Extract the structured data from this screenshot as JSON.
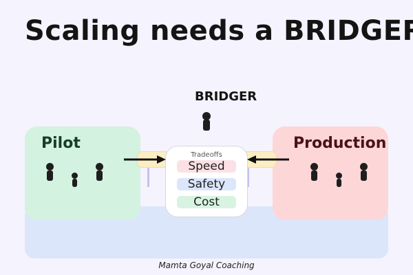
{
  "title": "Scaling needs a BRIDGER",
  "bridger": {
    "label": "BRIDGER"
  },
  "pilot": {
    "label": "Pilot"
  },
  "production": {
    "label": "Production"
  },
  "tradeoffs": {
    "heading": "Tradeoffs",
    "items": [
      "Speed",
      "Safety",
      "Cost"
    ]
  },
  "credit": "Mamta Goyal Coaching",
  "colors": {
    "pilot": "#d3f2e0",
    "production": "#fdd6d8",
    "base": "#dbe6fb",
    "plank": "#fbeec4",
    "speed": "#fbe1e6",
    "safety": "#dbe6fb",
    "cost": "#d8f3e2"
  }
}
